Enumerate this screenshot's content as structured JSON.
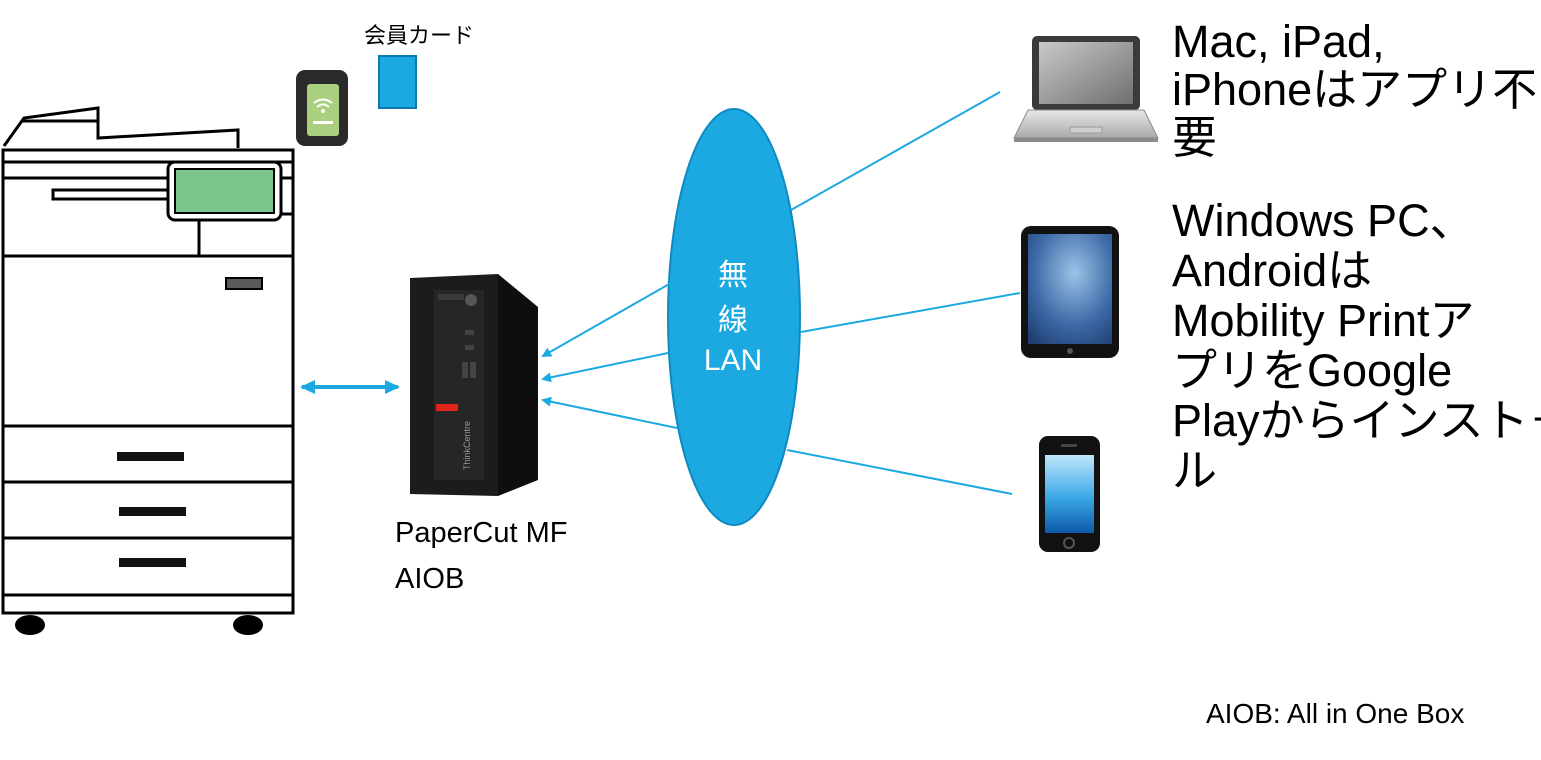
{
  "card_reader": {
    "label": "会員カード"
  },
  "aiob": {
    "name_line1": "PaperCut MF",
    "name_line2": "AIOB"
  },
  "network": {
    "line1": "無",
    "line2": "線",
    "line3": "LAN"
  },
  "clients": {
    "apple_line1": "Mac, iPad,",
    "apple_line2": "iPhoneはアプリ不",
    "apple_line3": "要",
    "other_line1": "Windows PC、",
    "other_line2": "Androidは",
    "other_line3": "Mobility Printア",
    "other_line4": "プリをGoogle",
    "other_line5": "Playからインスト－",
    "other_line6": "ル"
  },
  "footnote": "AIOB: All in One Box",
  "colors": {
    "accent": "#1ca9e1",
    "screen_green": "#7cc68e",
    "tower_black": "#1c1c1c",
    "lenovo_red": "#e2231a"
  }
}
